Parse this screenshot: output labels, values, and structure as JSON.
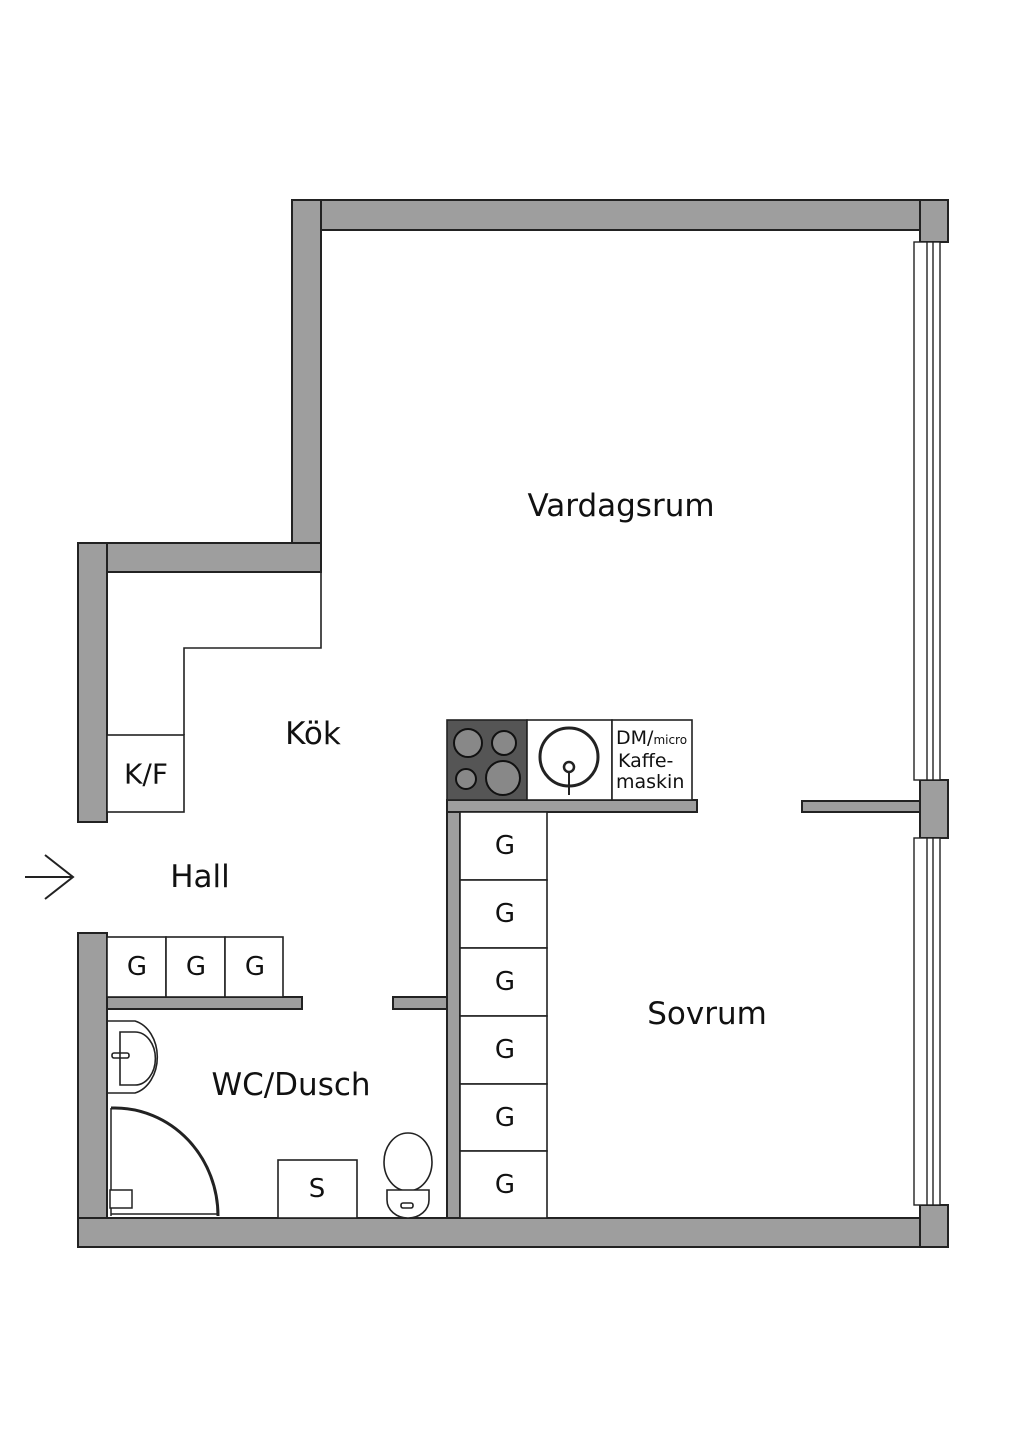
{
  "rooms": {
    "living": "Vardagsrum",
    "kitchen": "Kök",
    "hall": "Hall",
    "bath": "WC/Dusch",
    "bedroom": "Sovrum"
  },
  "fixtures": {
    "fridge": "K/F",
    "wardrobe": "G",
    "washer": "S",
    "dm": "DM/",
    "micro": "micro",
    "coffee": "Kaffe-",
    "coffee2": "maskin"
  },
  "colors": {
    "wall": "#9e9e9e",
    "stove": "#555555"
  }
}
